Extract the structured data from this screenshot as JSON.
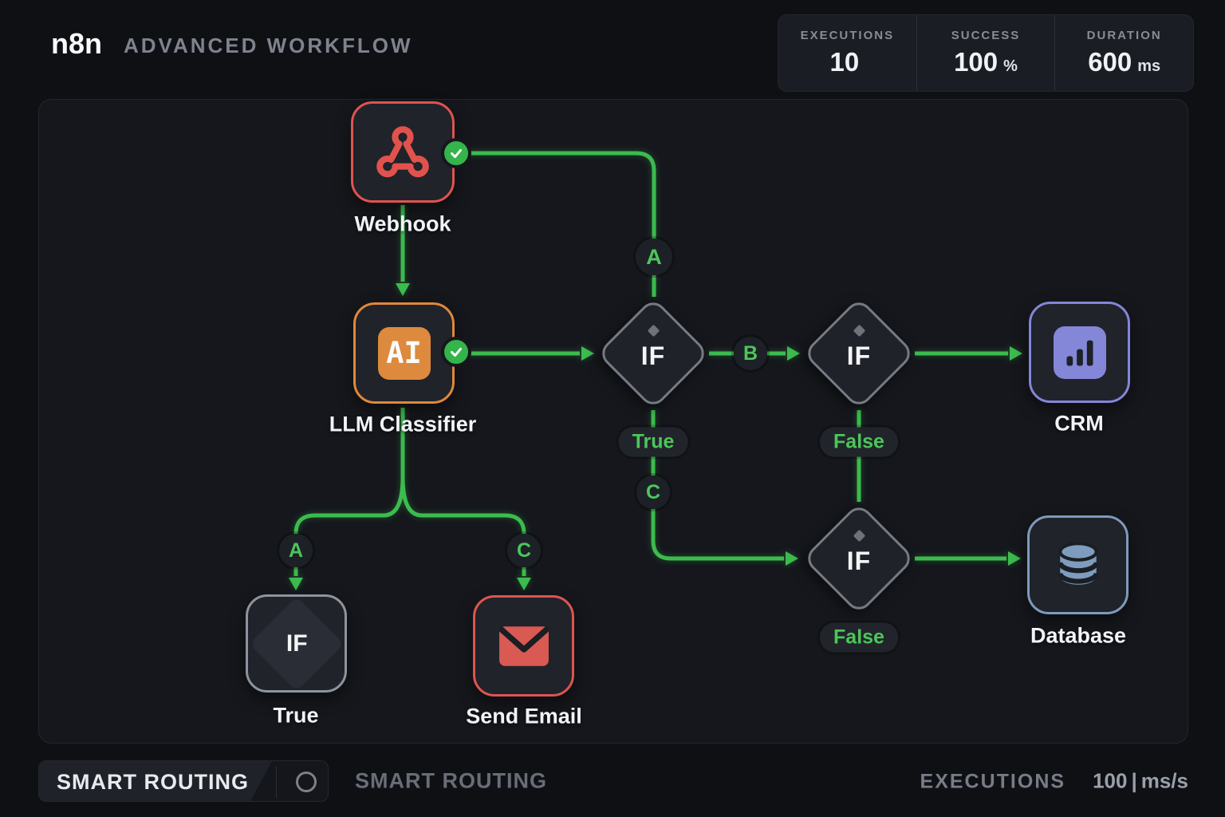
{
  "app": {
    "logo": "n8n",
    "title": "ADVANCED WORKFLOW"
  },
  "stats": [
    {
      "label": "EXECUTIONS",
      "value": "10",
      "unit": ""
    },
    {
      "label": "SUCCESS",
      "value": "100",
      "unit": "%"
    },
    {
      "label": "DURATION",
      "value": "600",
      "unit": "ms"
    }
  ],
  "nodes": {
    "webhook": {
      "label": "Webhook"
    },
    "llm": {
      "label": "LLM Classifier",
      "icon_text": "AI"
    },
    "if1": {
      "label": "IF"
    },
    "if2": {
      "label": "IF"
    },
    "if3": {
      "label": "IF"
    },
    "crm": {
      "label": "CRM"
    },
    "database": {
      "label": "Database"
    },
    "send_email": {
      "label": "Send Email"
    },
    "true_if": {
      "label": "True",
      "inner": "IF"
    }
  },
  "badges": {
    "a_top": "A",
    "b": "B",
    "c_mid": "C",
    "a_left": "A",
    "c_right": "C"
  },
  "pills": {
    "if1_out": "True",
    "if2_out": "False",
    "if3_out": "False"
  },
  "footer": {
    "tab": "SMART ROUTING",
    "subtitle": "SMART ROUTING",
    "right_label": "EXECUTIONS",
    "right_value": "100",
    "right_sep": "|",
    "right_unit": "ms/s"
  },
  "colors": {
    "green": "#3cbb4e",
    "red": "#df5450",
    "orange": "#e0883a",
    "purple": "#8486d8",
    "blue": "#7e9abd",
    "canvas_bg": "#15171c",
    "page_bg": "#0e1014"
  }
}
